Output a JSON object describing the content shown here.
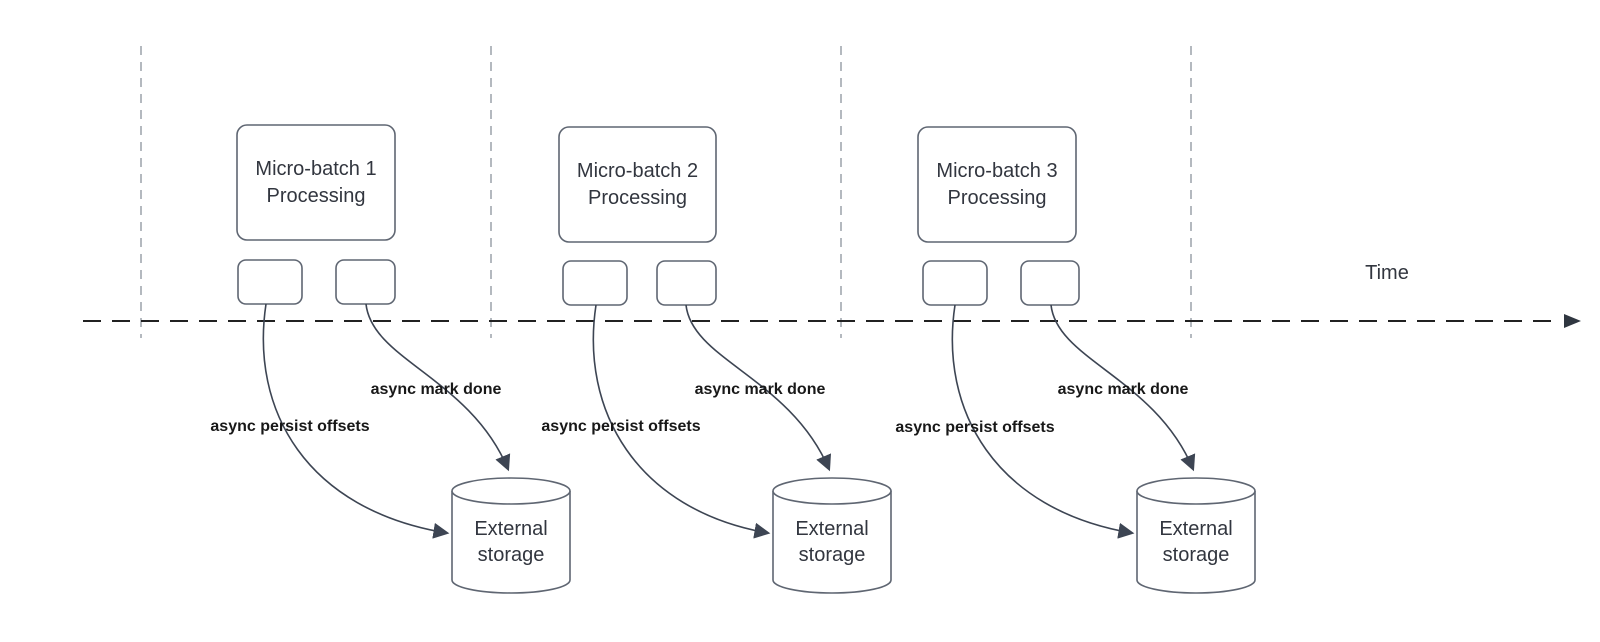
{
  "colors": {
    "shape_stroke": "#5f6672",
    "arrow_stroke": "#3d4553",
    "axis_color": "#212121",
    "gridline_color": "#b4b9bf",
    "box_text": "#32363f",
    "label_text": "#181818"
  },
  "time_axis": {
    "label": "Time"
  },
  "groups": [
    {
      "title_line1": "Micro-batch 1",
      "title_line2": "Processing",
      "persist_label": "async persist offsets",
      "done_label": "async mark done",
      "storage_line1": "External",
      "storage_line2": "storage"
    },
    {
      "title_line1": "Micro-batch 2",
      "title_line2": "Processing",
      "persist_label": "async persist offsets",
      "done_label": "async mark done",
      "storage_line1": "External",
      "storage_line2": "storage"
    },
    {
      "title_line1": "Micro-batch 3",
      "title_line2": "Processing",
      "persist_label": "async persist offsets",
      "done_label": "async mark done",
      "storage_line1": "External",
      "storage_line2": "storage"
    }
  ]
}
